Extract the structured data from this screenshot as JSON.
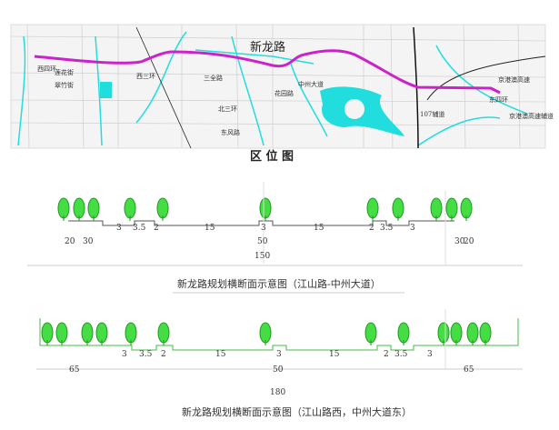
{
  "map": {
    "road_name": "新龙路",
    "labels": {
      "west_4th_ring": "西四环",
      "lianhua_st": "莲花街",
      "cuizhu_st": "翠竹街",
      "west_3rd_ring": "西三环",
      "sanquan_rd": "三全路",
      "north_3rd_ring": "北三环",
      "dongfeng_rd": "东风路",
      "huayuan_rd": "花园路",
      "zhongzhou_ave": "中州大道",
      "aux_107": "107辅道",
      "east_4th_ring": "东四环",
      "jga_expressway": "京港澳高速",
      "jga_aux": "京港澳高速辅道"
    },
    "colors": {
      "road": "#cc22cc",
      "water": "#22dddd"
    }
  },
  "location_title": "区 位 图",
  "section1": {
    "dims": [
      "3",
      "3.5",
      "2",
      "15",
      "3",
      "15",
      "2",
      "3.5",
      "3"
    ],
    "left_green": [
      "20",
      "30"
    ],
    "right_green": [
      "30",
      "20"
    ],
    "red_line": "50",
    "total": "150",
    "caption": "新龙路规划横断面示意图（江山路-中州大道）"
  },
  "section2": {
    "dims": [
      "3",
      "3.5",
      "2",
      "15",
      "3",
      "15",
      "2",
      "3.5",
      "3"
    ],
    "left_green": "65",
    "right_green": "65",
    "red_line": "50",
    "total": "180",
    "caption": "新龙路规划横断面示意图（江山路西，中州大道东）"
  }
}
